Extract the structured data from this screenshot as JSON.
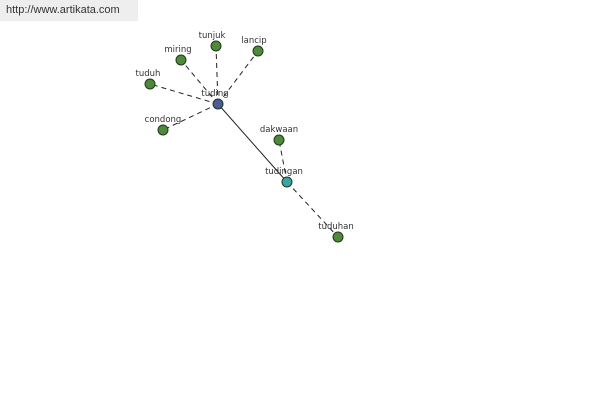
{
  "header": {
    "url": "http://www.artikata.com"
  },
  "colors": {
    "word_node": "#4f8a3c",
    "center_node": "#4a5a9a",
    "secondary_center_node": "#3aa3a8",
    "node_stroke": "#1f3a18",
    "edge": "#222222"
  },
  "graph": {
    "nodes": [
      {
        "id": "tuding",
        "label": "tuding",
        "type": "center"
      },
      {
        "id": "tudingan",
        "label": "tudingan",
        "type": "secondary"
      },
      {
        "id": "tunjuk",
        "label": "tunjuk",
        "type": "word"
      },
      {
        "id": "miring",
        "label": "miring",
        "type": "word"
      },
      {
        "id": "lancip",
        "label": "lancip",
        "type": "word"
      },
      {
        "id": "tuduh",
        "label": "tuduh",
        "type": "word"
      },
      {
        "id": "condong",
        "label": "condong",
        "type": "word"
      },
      {
        "id": "dakwaan",
        "label": "dakwaan",
        "type": "word"
      },
      {
        "id": "tuduhan",
        "label": "tuduhan",
        "type": "word"
      }
    ],
    "edges": [
      {
        "from": "tuding",
        "to": "tunjuk",
        "style": "dashed"
      },
      {
        "from": "tuding",
        "to": "miring",
        "style": "dashed"
      },
      {
        "from": "tuding",
        "to": "lancip",
        "style": "dashed"
      },
      {
        "from": "tuding",
        "to": "tuduh",
        "style": "dashed"
      },
      {
        "from": "tuding",
        "to": "condong",
        "style": "dashed"
      },
      {
        "from": "tuding",
        "to": "tudingan",
        "style": "solid"
      },
      {
        "from": "tudingan",
        "to": "dakwaan",
        "style": "dashed"
      },
      {
        "from": "tudingan",
        "to": "tuduhan",
        "style": "dashed"
      }
    ]
  }
}
